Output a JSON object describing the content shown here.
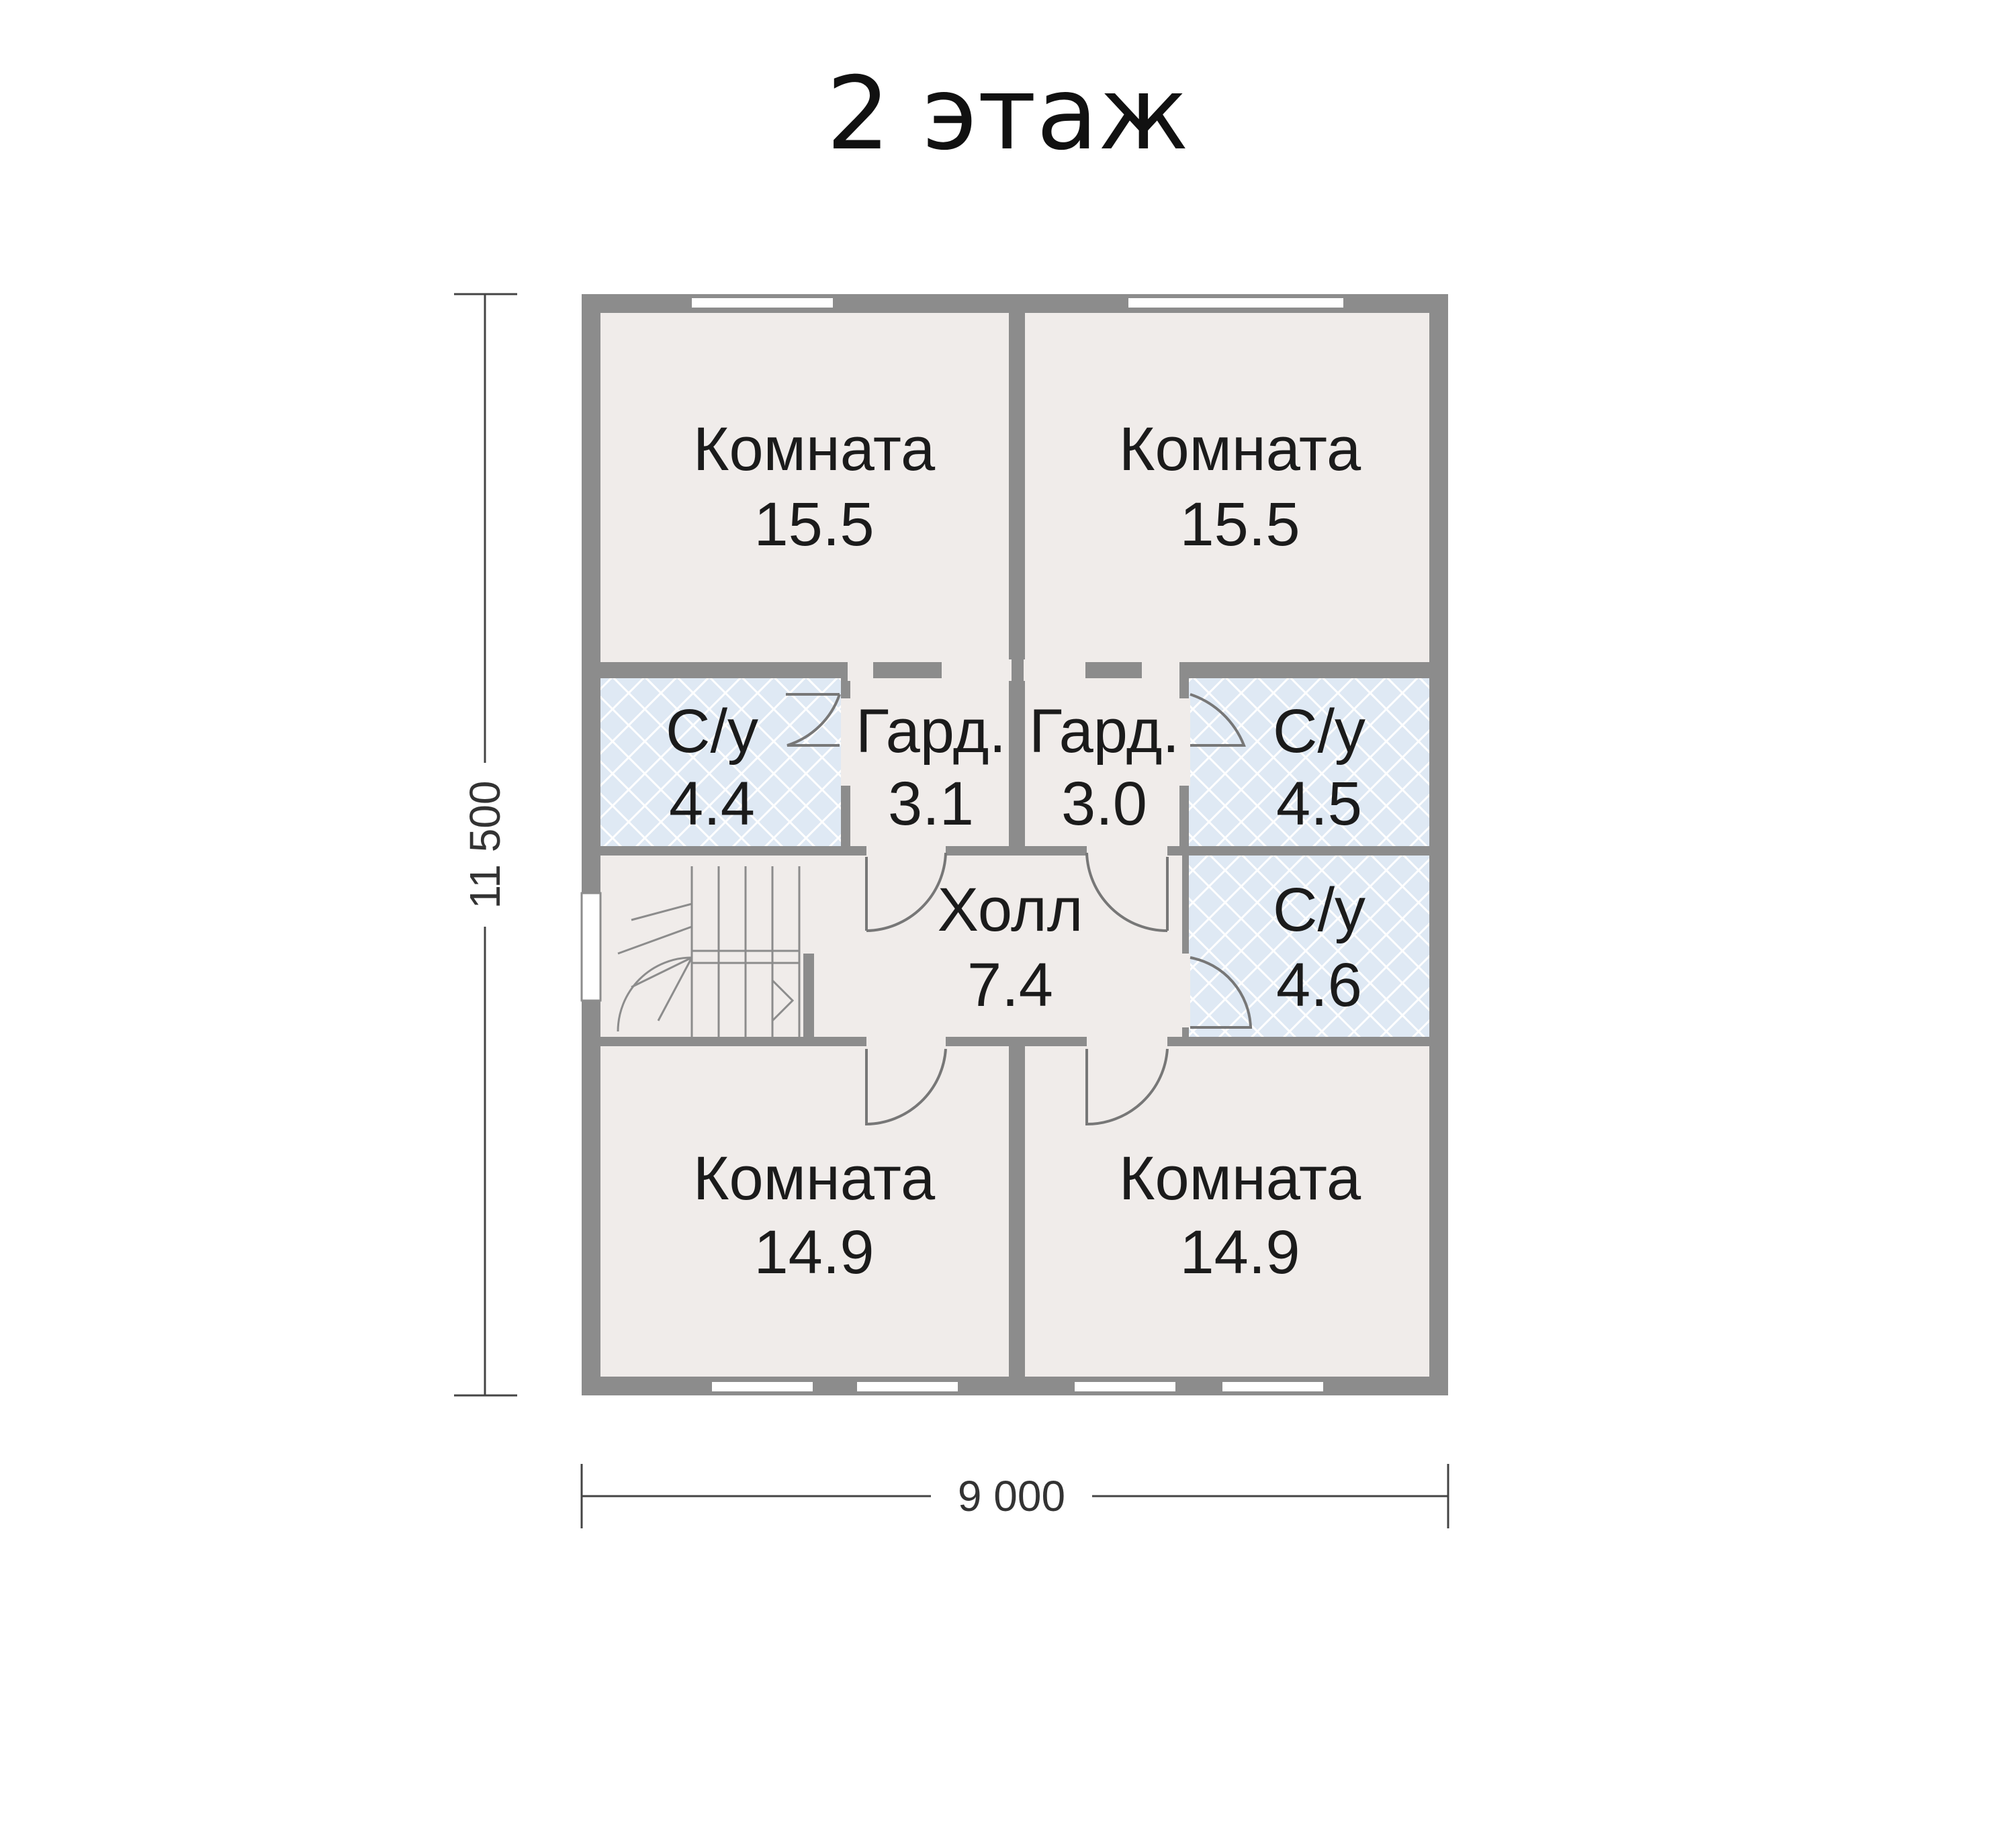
{
  "title": "2 этаж",
  "colors": {
    "wall": "#8c8c8c",
    "room": "#f0ecea",
    "bath": "#dfe9f4",
    "window": "#ffffff",
    "dimension": "#444444"
  },
  "dimensions": {
    "width": "9 000",
    "height": "11 500"
  },
  "rooms": [
    {
      "name": "Комната",
      "area": "15.5"
    },
    {
      "name": "Комната",
      "area": "15.5"
    },
    {
      "name": "С/у",
      "area": "4.4"
    },
    {
      "name": "Гард.",
      "area": "3.1"
    },
    {
      "name": "Гард.",
      "area": "3.0"
    },
    {
      "name": "С/у",
      "area": "4.5"
    },
    {
      "name": "Холл",
      "area": "7.4"
    },
    {
      "name": "С/у",
      "area": "4.6"
    },
    {
      "name": "Комната",
      "area": "14.9"
    },
    {
      "name": "Комната",
      "area": "14.9"
    }
  ]
}
